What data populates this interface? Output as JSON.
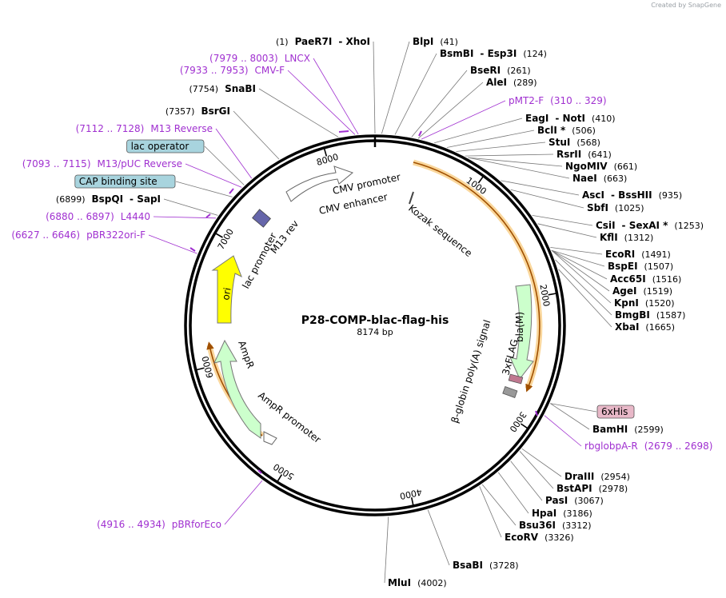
{
  "credit": "Created by SnapGene",
  "plasmid": {
    "name": "P28-COMP-blac-flag-his",
    "size_label": "8174 bp"
  },
  "ticks": [
    "1000",
    "2000",
    "3000",
    "4000",
    "5000",
    "6000",
    "7000",
    "8000"
  ],
  "sites": [
    {
      "a": "(1)",
      "n": "PaeR7I",
      "b": "XhoI",
      "t": "enzyme"
    },
    {
      "n": "BlpI",
      "p": "(41)",
      "t": "enzyme"
    },
    {
      "n": "BsmBI",
      "b": "Esp3I",
      "p": "(124)",
      "t": "enzyme"
    },
    {
      "n": "BseRI",
      "p": "(261)",
      "t": "enzyme"
    },
    {
      "n": "AleI",
      "p": "(289)",
      "t": "enzyme"
    },
    {
      "n": "pMT2-F",
      "p": "(310 .. 329)",
      "t": "primer"
    },
    {
      "n": "EagI",
      "b": "NotI",
      "p": "(410)",
      "t": "enzyme"
    },
    {
      "n": "BclI *",
      "p": "(506)",
      "t": "enzyme"
    },
    {
      "n": "StuI",
      "p": "(568)",
      "t": "enzyme"
    },
    {
      "n": "RsrII",
      "p": "(641)",
      "t": "enzyme"
    },
    {
      "n": "NgoMIV",
      "p": "(661)",
      "t": "enzyme"
    },
    {
      "n": "NaeI",
      "p": "(663)",
      "t": "enzyme"
    },
    {
      "n": "AscI",
      "b": "BssHII",
      "p": "(935)",
      "t": "enzyme"
    },
    {
      "n": "SbfI",
      "p": "(1025)",
      "t": "enzyme"
    },
    {
      "n": "CsiI",
      "b": "SexAI *",
      "p": "(1253)",
      "t": "enzyme"
    },
    {
      "n": "KflI",
      "p": "(1312)",
      "t": "enzyme"
    },
    {
      "n": "EcoRI",
      "p": "(1491)",
      "t": "enzyme"
    },
    {
      "n": "BspEI",
      "p": "(1507)",
      "t": "enzyme"
    },
    {
      "n": "Acc65I",
      "p": "(1516)",
      "t": "enzyme"
    },
    {
      "n": "AgeI",
      "p": "(1519)",
      "t": "enzyme"
    },
    {
      "n": "KpnI",
      "p": "(1520)",
      "t": "enzyme"
    },
    {
      "n": "BmgBI",
      "p": "(1587)",
      "t": "enzyme"
    },
    {
      "n": "XbaI",
      "p": "(1665)",
      "t": "enzyme"
    },
    {
      "n": "6xHis",
      "t": "feature"
    },
    {
      "n": "BamHI",
      "p": "(2599)",
      "t": "enzyme"
    },
    {
      "n": "rbglobpA-R",
      "p": "(2679 .. 2698)",
      "t": "primer"
    },
    {
      "n": "DraIII",
      "p": "(2954)",
      "t": "enzyme"
    },
    {
      "n": "BstAPI",
      "p": "(2978)",
      "t": "enzyme"
    },
    {
      "n": "PasI",
      "p": "(3067)",
      "t": "enzyme"
    },
    {
      "n": "HpaI",
      "p": "(3186)",
      "t": "enzyme"
    },
    {
      "n": "Bsu36I",
      "p": "(3312)",
      "t": "enzyme"
    },
    {
      "n": "EcoRV",
      "p": "(3326)",
      "t": "enzyme"
    },
    {
      "n": "BsaBI",
      "p": "(3728)",
      "t": "enzyme"
    },
    {
      "n": "MluI",
      "p": "(4002)",
      "t": "enzyme"
    },
    {
      "a": "(4916 .. 4934)",
      "n": "pBRforEco",
      "t": "primer"
    },
    {
      "a": "(6627 .. 6646)",
      "n": "pBR322ori-F",
      "t": "primer"
    },
    {
      "a": "(6880 .. 6897)",
      "n": "L4440",
      "t": "primer"
    },
    {
      "a": "(6899)",
      "n": "BspQI",
      "b": "SapI",
      "t": "enzyme"
    },
    {
      "n": "CAP binding site",
      "t": "feature"
    },
    {
      "a": "(7093 .. 7115)",
      "n": "M13/pUC Reverse",
      "t": "primer"
    },
    {
      "n": "lac operator",
      "t": "feature"
    },
    {
      "a": "(7112 .. 7128)",
      "n": "M13 Reverse",
      "t": "primer"
    },
    {
      "a": "(7357)",
      "n": "BsrGI",
      "t": "enzyme"
    },
    {
      "a": "(7754)",
      "n": "SnaBI",
      "t": "enzyme"
    },
    {
      "a": "(7933 .. 7953)",
      "n": "CMV-F",
      "t": "primer"
    },
    {
      "a": "(7979 .. 8003)",
      "n": "LNCX",
      "t": "primer"
    }
  ],
  "features": [
    {
      "n": "CMV promoter"
    },
    {
      "n": "CMV enhancer"
    },
    {
      "n": "Kozak sequence"
    },
    {
      "n": "bla(M)"
    },
    {
      "n": "3xFLAG"
    },
    {
      "n": "β-globin poly(A) signal"
    },
    {
      "n": "AmpR"
    },
    {
      "n": "AmpR promoter"
    },
    {
      "n": "ori"
    },
    {
      "n": "lac promoter"
    },
    {
      "n": "M13 rev"
    }
  ],
  "colors": {
    "enzyme": "#000000",
    "primer": "#a030d0",
    "box_blue": "#a8d4de",
    "box_pink": "#e8b8c8",
    "ori": "#ffff00",
    "green": "#ccffcc",
    "orange": "#f5a623"
  }
}
